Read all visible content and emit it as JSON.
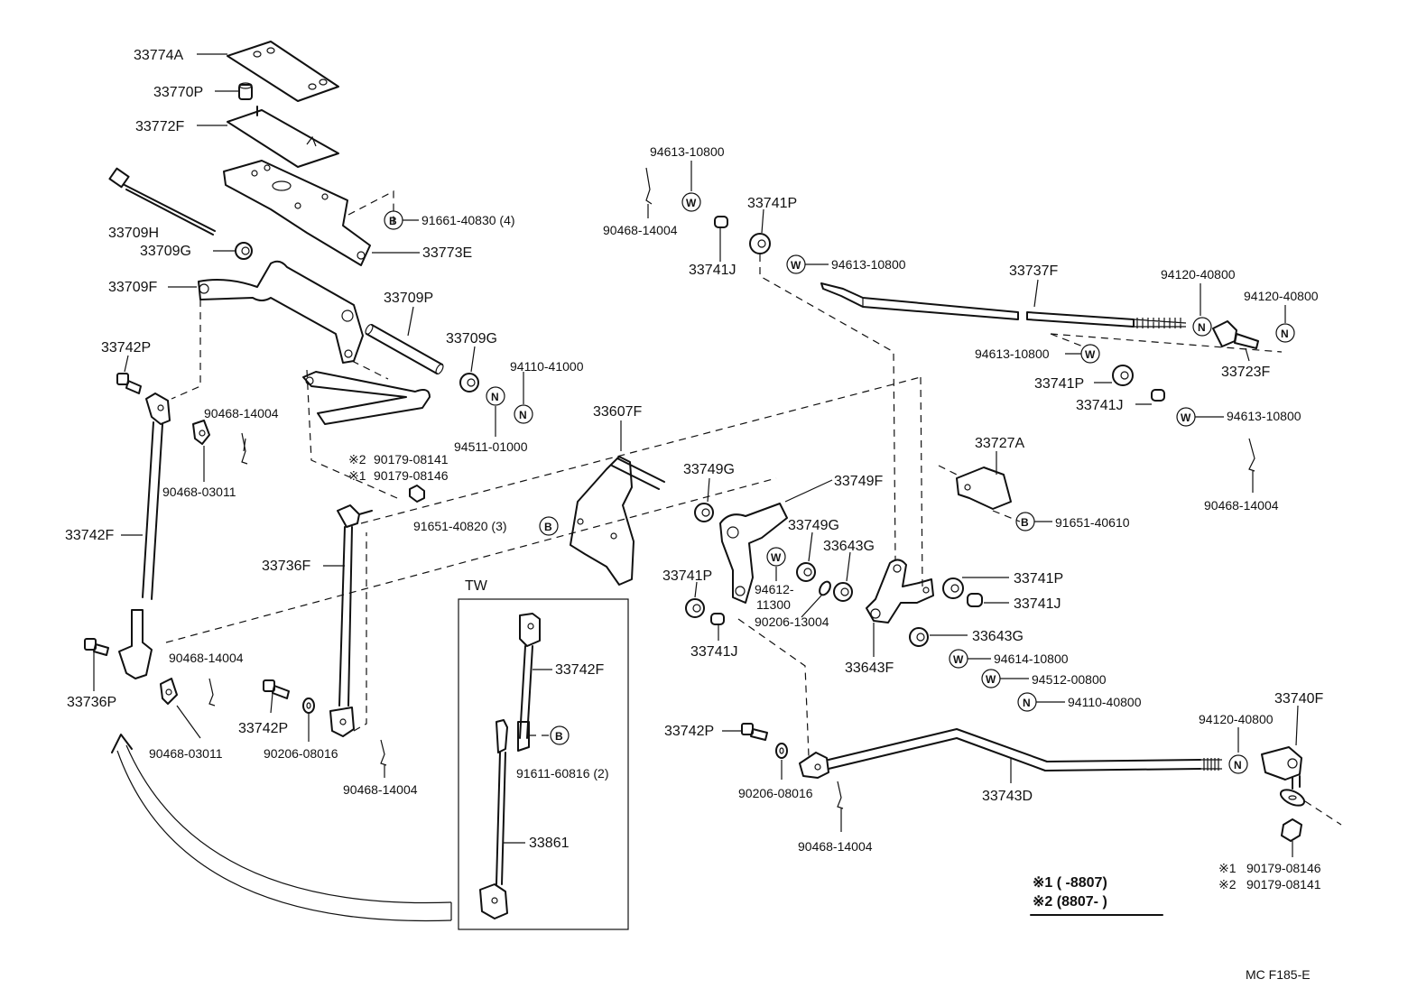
{
  "labels": {
    "p33774A": "33774A",
    "p33770P": "33770P",
    "p33772F": "33772F",
    "p33709H": "33709H",
    "p33709G_a": "33709G",
    "p33773E": "33773E",
    "p33709F": "33709F",
    "p33709P": "33709P",
    "p33709G_b": "33709G",
    "p94110_41000": "94110-41000",
    "p94511_01000": "94511-01000",
    "p33742P_a": "33742P",
    "p90468_14004_a": "90468-14004",
    "p90468_03011_a": "90468-03011",
    "p90179_08141": "90179-08141",
    "p90179_08146": "90179-08146",
    "p33742F_a": "33742F",
    "p91651_40820": "91651-40820 (3)",
    "p33736F": "33736F",
    "p33736P": "33736P",
    "p90468_14004_b": "90468-14004",
    "p90468_03011_b": "90468-03011",
    "p33742P_b": "33742P",
    "p90206_08016_a": "90206-08016",
    "p90468_14004_c": "90468-14004",
    "p91661_40830": "91661-40830 (4)",
    "p94613_10800_a": "94613-10800",
    "p90468_14004_d": "90468-14004",
    "p33741P_a": "33741P",
    "p33741J_a": "33741J",
    "p94613_10800_b": "94613-10800",
    "p33737F": "33737F",
    "p94120_40800_a": "94120-40800",
    "p94120_40800_b": "94120-40800",
    "p94613_10800_c": "94613-10800",
    "p33723F": "33723F",
    "p33741P_b": "33741P",
    "p33741J_b": "33741J",
    "p94613_10800_d": "94613-10800",
    "p90468_14004_e": "90468-14004",
    "p33607F": "33607F",
    "p33749G_a": "33749G",
    "p33749F": "33749F",
    "p33749G_b": "33749G",
    "p33643G_a": "33643G",
    "p94612": "94612-",
    "p94612b": "11300",
    "p90206_13004": "90206-13004",
    "p33741P_c": "33741P",
    "p33741J_c": "33741J",
    "p33727A": "33727A",
    "p91651_40610": "91651-40610",
    "p33741P_d": "33741P",
    "p33741J_d": "33741J",
    "p33643G_b": "33643G",
    "p33643F": "33643F",
    "p94614_10800": "94614-10800",
    "p94512_00800": "94512-00800",
    "p94110_40800": "94110-40800",
    "p33742P_c": "33742P",
    "p90206_08016_b": "90206-08016",
    "p90468_14004_f": "90468-14004",
    "p33743D": "33743D",
    "p94120_40800_c": "94120-40800",
    "p33740F": "33740F",
    "p90179_08146_b": "90179-08146",
    "p90179_08141_b": "90179-08141",
    "tw": "TW",
    "p33742F_b": "33742F",
    "p91611_60816": "91611-60816 (2)",
    "p33861": "33861",
    "note1": "※1 (       -8807)",
    "note2": "※2 (8807-         )",
    "code": "MC  F185-E",
    "star1": "※2",
    "star2": "※1",
    "star3": "※1",
    "star4": "※2"
  },
  "symbols": {
    "B": "B",
    "W": "W",
    "N": "N"
  }
}
